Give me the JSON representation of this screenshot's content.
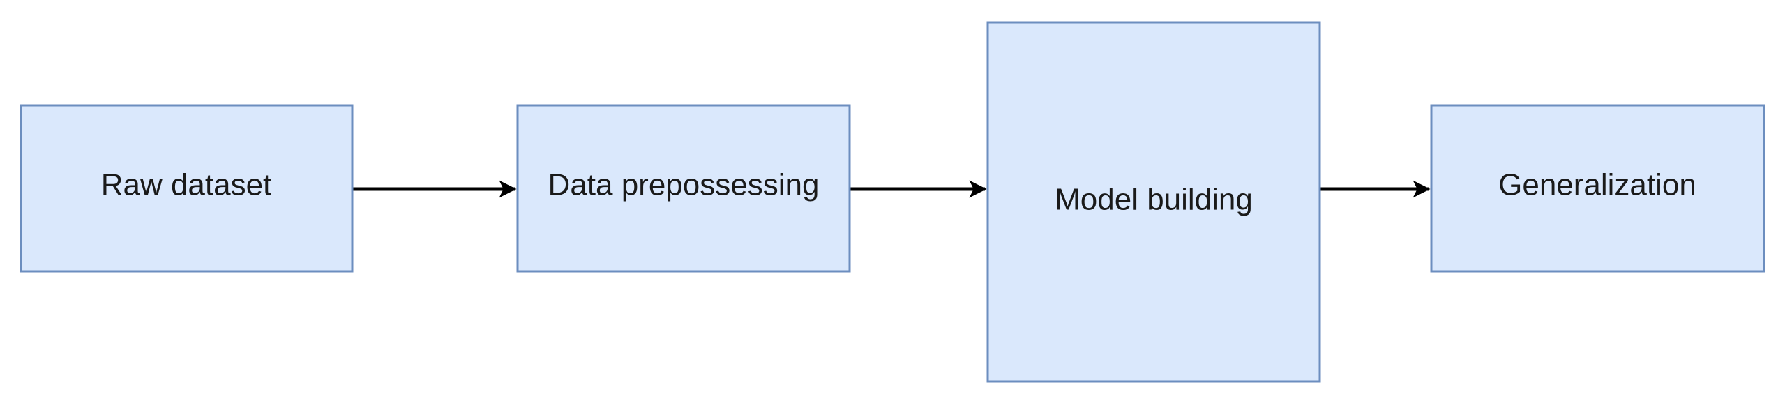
{
  "colors": {
    "node_fill": "#dae8fc",
    "node_stroke": "#6c8ebf",
    "arrow": "#000000",
    "text": "#1a1a1a"
  },
  "nodes": [
    {
      "id": "raw-dataset",
      "label": "Raw dataset"
    },
    {
      "id": "data-prepossessing",
      "label": "Data prepossessing"
    },
    {
      "id": "model-building",
      "label": "Model building"
    },
    {
      "id": "generalization",
      "label": "Generalization"
    }
  ],
  "edges": [
    {
      "from": "raw-dataset",
      "to": "data-prepossessing"
    },
    {
      "from": "data-prepossessing",
      "to": "model-building"
    },
    {
      "from": "model-building",
      "to": "generalization"
    }
  ]
}
